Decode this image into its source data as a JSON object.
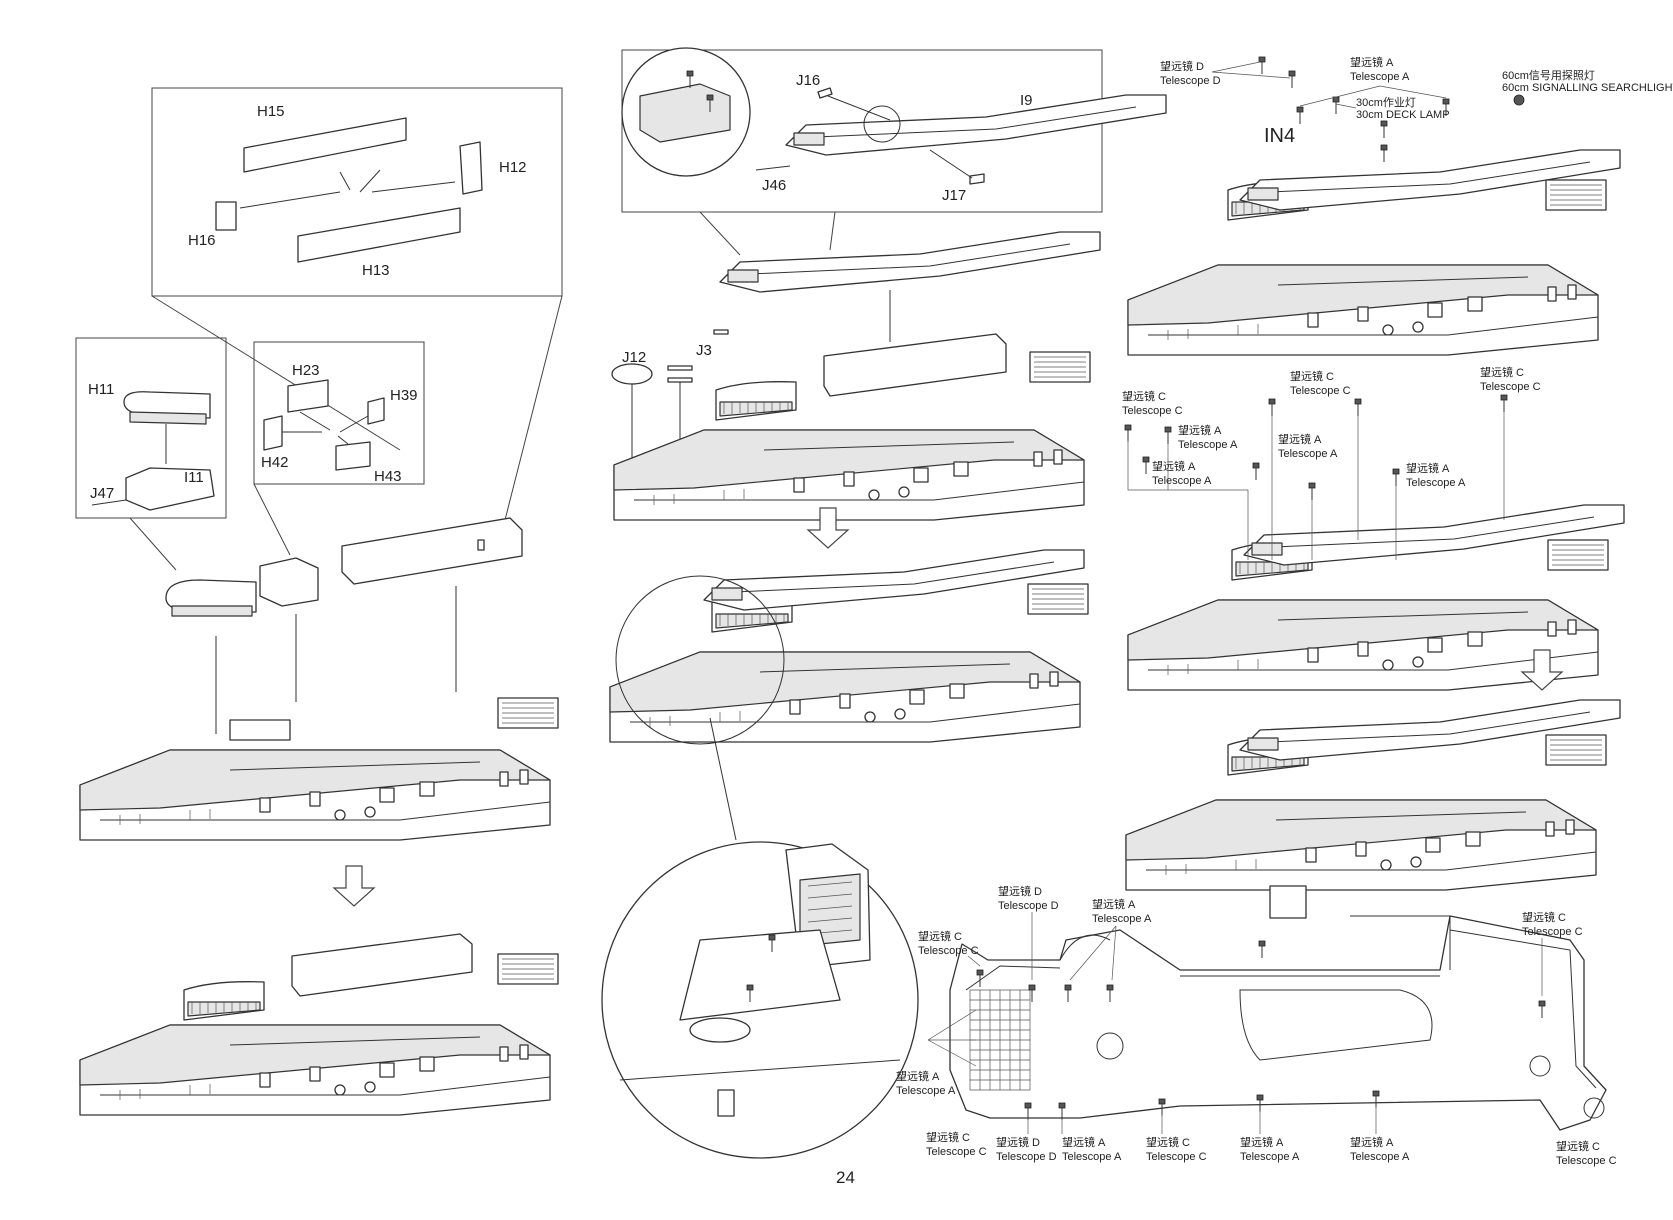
{
  "page_number": "24",
  "part_labels": {
    "h15": "H15",
    "h12": "H12",
    "h16": "H16",
    "h13": "H13",
    "h11": "H11",
    "i11": "I11",
    "j47": "J47",
    "h23": "H23",
    "h39": "H39",
    "h42": "H42",
    "h43": "H43",
    "j16": "J16",
    "i9": "I9",
    "j46": "J46",
    "j17": "J17",
    "j12": "J12",
    "j3": "J3",
    "in4": "IN4"
  },
  "callouts": {
    "top_right": {
      "tele_d": "望远镜 D",
      "tele_d_en": "Telescope D",
      "tele_a": "望远镜 A",
      "tele_a_en": "Telescope  A",
      "deck_lamp_cn": "30cm作业灯",
      "deck_lamp_en": "30cm  DECK LAMP",
      "searchlight_cn": "60cm信号用探照灯",
      "searchlight_en": "60cm  SIGNALLING SEARCHLIGHT"
    },
    "middle_right": {
      "c1": "望远镜 C",
      "c1_en": "Telescope C",
      "c2": "望远镜 C",
      "c2_en": "Telescope C",
      "c3": "望远镜 C",
      "c3_en": "Telescope C",
      "a1": "望远镜 A",
      "a1_en": "Telescope  A",
      "a2": "望远镜 A",
      "a2_en": "Telescope  A",
      "a3": "望远镜 A",
      "a3_en": "Telescope  A",
      "a4": "望远镜 A",
      "a4_en": "Telescope  A"
    },
    "bottom_plan": {
      "d_top": "望远镜 D",
      "d_top_en": "Telescope D",
      "a_top": "望远镜 A",
      "a_top_en": "Telescope  A",
      "c_left": "望远镜 C",
      "c_left_en": "Telescope C",
      "a_left": "望远镜 A",
      "a_left_en": "Telescope  A",
      "c_right": "望远镜 C",
      "c_right_en": "Telescope C",
      "c_b1": "望远镜 C",
      "c_b1_en": "Telescope C",
      "d_b": "望远镜 D",
      "d_b_en": "Telescope D",
      "a_b1": "望远镜 A",
      "a_b1_en": "Telescope  A",
      "c_b2": "望远镜 C",
      "c_b2_en": "Telescope C",
      "a_b2": "望远镜 A",
      "a_b2_en": "Telescope  A",
      "a_b3": "望远镜 A",
      "a_b3_en": "Telescope  A",
      "c_b3": "望远镜 C",
      "c_b3_en": "Telescope C"
    }
  }
}
